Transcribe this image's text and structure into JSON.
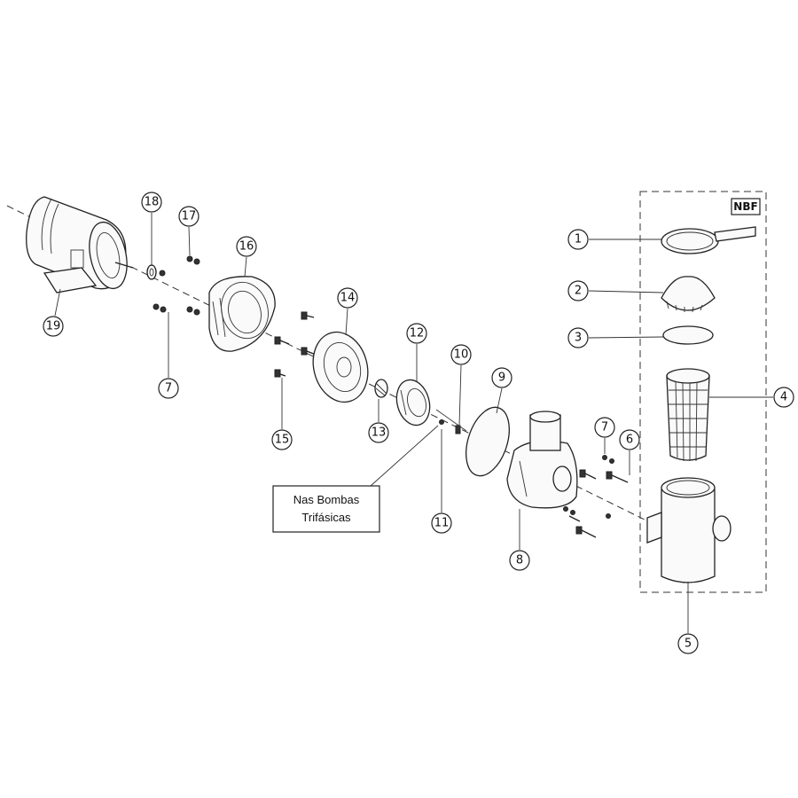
{
  "diagram": {
    "group_tag": "NBF",
    "note": {
      "line1": "Nas Bombas",
      "line2": "Trifásicas"
    },
    "callouts": [
      "1",
      "2",
      "3",
      "4",
      "5",
      "6",
      "7",
      "8",
      "9",
      "10",
      "11",
      "12",
      "13",
      "14",
      "15",
      "16",
      "17",
      "18",
      "19",
      "7"
    ]
  }
}
